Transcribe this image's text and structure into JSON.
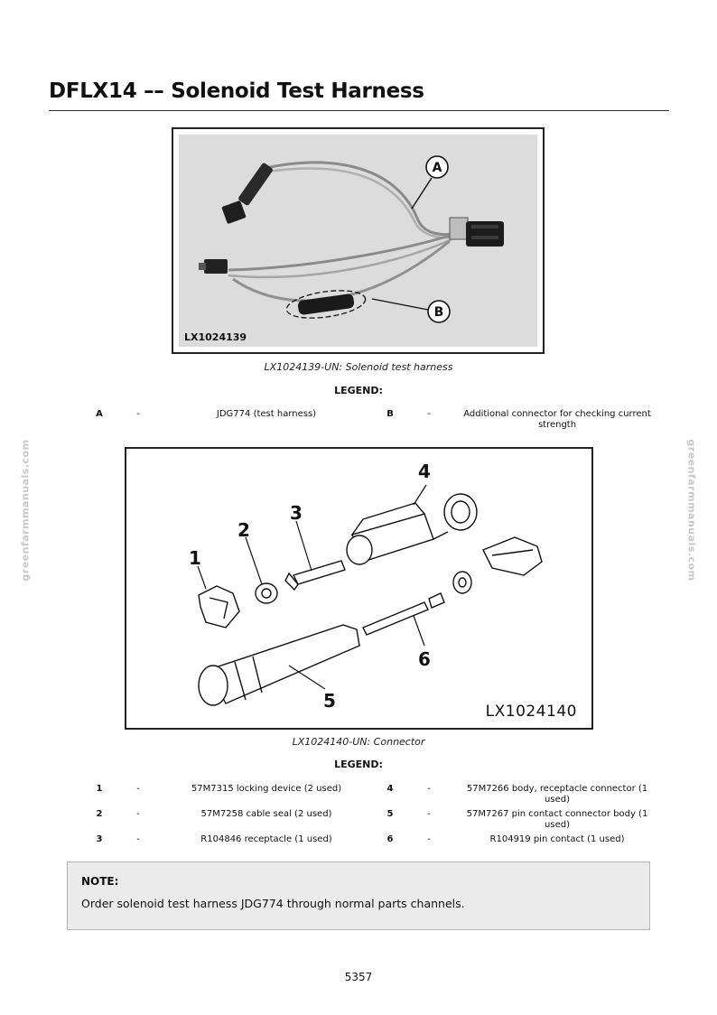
{
  "title": "DFLX14 –– Solenoid Test Harness",
  "figure1": {
    "image_tag": "LX1024139",
    "callouts": [
      "A",
      "B"
    ],
    "caption": "LX1024139-UN: Solenoid test harness",
    "legend_title": "LEGEND:",
    "legend": [
      {
        "key": "A",
        "dash": "-",
        "text": "JDG774 (test harness)"
      },
      {
        "key": "B",
        "dash": "-",
        "text": "Additional connector for checking current strength"
      }
    ]
  },
  "figure2": {
    "image_tag": "LX1024140",
    "callouts": [
      "1",
      "2",
      "3",
      "4",
      "5",
      "6"
    ],
    "caption": "LX1024140-UN: Connector",
    "legend_title": "LEGEND:",
    "legend": [
      {
        "key": "1",
        "dash": "-",
        "text": "57M7315 locking device (2 used)"
      },
      {
        "key": "4",
        "dash": "-",
        "text": "57M7266 body, receptacle connector (1 used)"
      },
      {
        "key": "2",
        "dash": "-",
        "text": "57M7258 cable seal (2 used)"
      },
      {
        "key": "5",
        "dash": "-",
        "text": "57M7267 pin contact connector body (1 used)"
      },
      {
        "key": "3",
        "dash": "-",
        "text": "R104846 receptacle (1 used)"
      },
      {
        "key": "6",
        "dash": "-",
        "text": "R104919 pin contact (1 used)"
      }
    ]
  },
  "watermark": "greenfarmmanuals.com",
  "note": {
    "heading": "NOTE:",
    "text": "Order solenoid test harness JDG774 through normal parts channels."
  },
  "page_number": "5357"
}
